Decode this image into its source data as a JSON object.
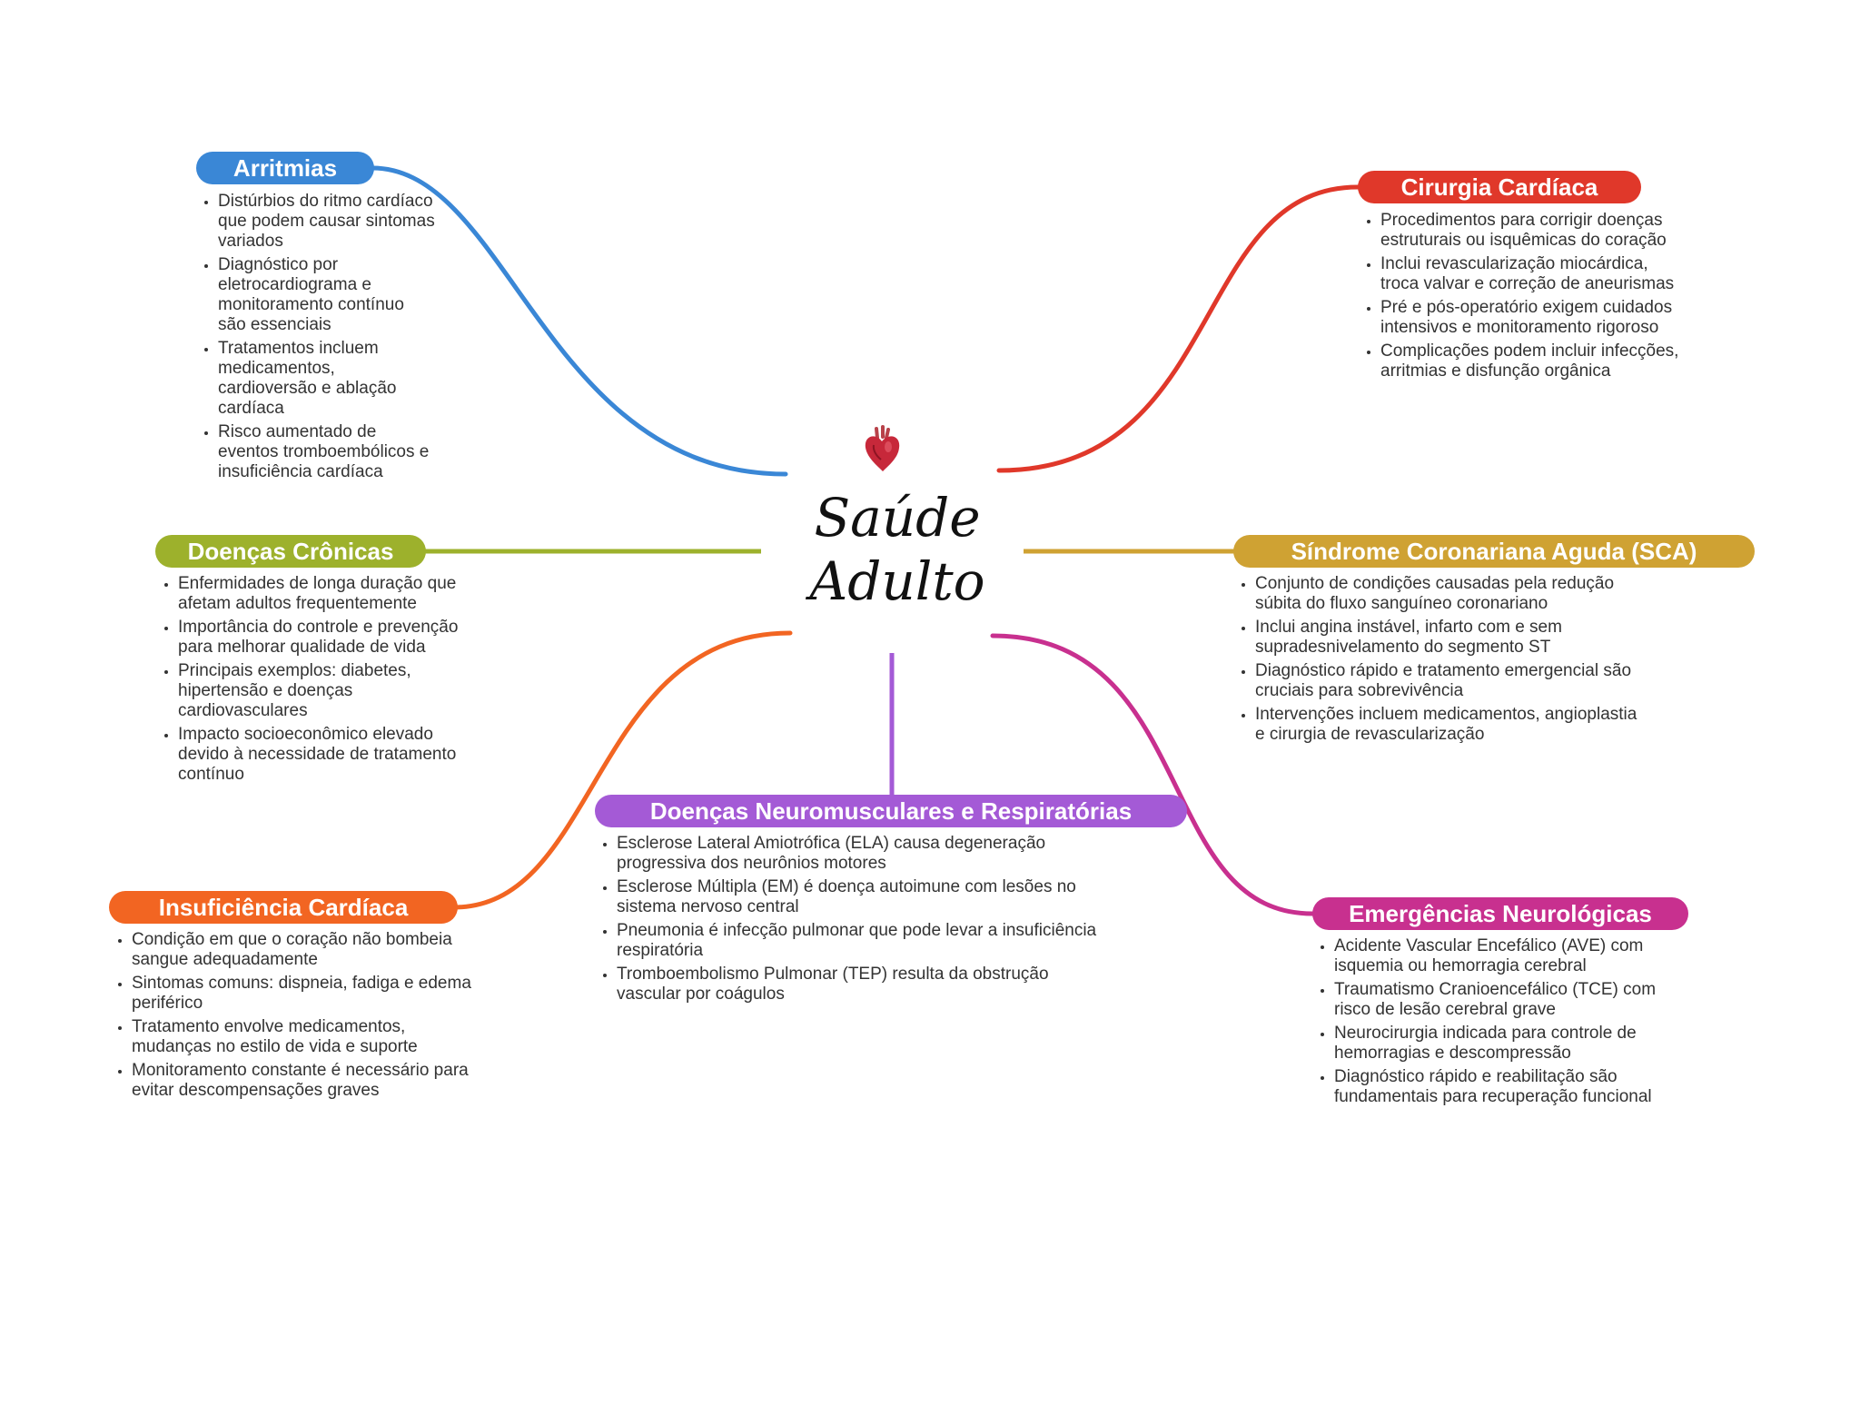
{
  "central": {
    "title_line1": "Saúde",
    "title_line2": "Adulto"
  },
  "branches": [
    {
      "id": "arritmias",
      "title": "Arritmias",
      "color": "#3a87d6",
      "items": [
        "Distúrbios do ritmo cardíaco que podem causar sintomas variados",
        "Diagnóstico por eletrocardiograma e monitoramento contínuo são essenciais",
        "Tratamentos incluem medicamentos, cardioversão e ablação cardíaca",
        "Risco aumentado de eventos tromboembólicos e insuficiência cardíaca"
      ]
    },
    {
      "id": "cirurgia",
      "title": "Cirurgia Cardíaca",
      "color": "#e0382a",
      "items": [
        "Procedimentos para corrigir doenças estruturais ou isquêmicas do coração",
        "Inclui revascularização miocárdica, troca valvar e correção de aneurismas",
        "Pré e pós-operatório exigem cuidados intensivos e monitoramento rigoroso",
        "Complicações podem incluir infecções, arritmias e disfunção orgânica"
      ]
    },
    {
      "id": "cronicas",
      "title": "Doenças Crônicas",
      "color": "#9db12c",
      "items": [
        "Enfermidades de longa duração que afetam adultos frequentemente",
        "Importância do controle e prevenção para melhorar qualidade de vida",
        "Principais exemplos: diabetes, hipertensão e doenças cardiovasculares",
        "Impacto socioeconômico elevado devido à necessidade de tratamento contínuo"
      ]
    },
    {
      "id": "sca",
      "title": "Síndrome Coronariana Aguda (SCA)",
      "color": "#cfa233",
      "items": [
        "Conjunto de condições causadas pela redução súbita do fluxo sanguíneo coronariano",
        "Inclui angina instável, infarto com e sem supradesnivelamento do segmento ST",
        "Diagnóstico rápido e tratamento emergencial são cruciais para sobrevivência",
        "Intervenções incluem medicamentos, angioplastia e cirurgia de revascularização"
      ]
    },
    {
      "id": "neuromusculares",
      "title": "Doenças Neuromusculares e Respiratórias",
      "color": "#a45ad6",
      "items": [
        "Esclerose Lateral Amiotrófica (ELA) causa degeneração progressiva dos neurônios motores",
        "Esclerose Múltipla (EM) é doença autoimune com lesões no sistema nervoso central",
        "Pneumonia é infecção pulmonar que pode levar a insuficiência respiratória",
        "Tromboembolismo Pulmonar (TEP) resulta da obstrução vascular por coágulos"
      ]
    },
    {
      "id": "insuficiencia",
      "title": "Insuficiência Cardíaca",
      "color": "#f26522",
      "items": [
        "Condição em que o coração não bombeia sangue adequadamente",
        "Sintomas comuns: dispneia, fadiga e edema periférico",
        "Tratamento envolve medicamentos, mudanças no estilo de vida e suporte",
        "Monitoramento constante é necessário para evitar descompensações graves"
      ]
    },
    {
      "id": "neurologicas",
      "title": "Emergências Neurológicas",
      "color": "#c8308f",
      "items": [
        "Acidente Vascular Encefálico (AVE) com isquemia ou hemorragia cerebral",
        "Traumatismo Cranioencefálico (TCE) com risco de lesão cerebral grave",
        "Neurocirurgia indicada para controle de hemorragias e descompressão",
        "Diagnóstico rápido e reabilitação são fundamentais para recuperação funcional"
      ]
    }
  ]
}
